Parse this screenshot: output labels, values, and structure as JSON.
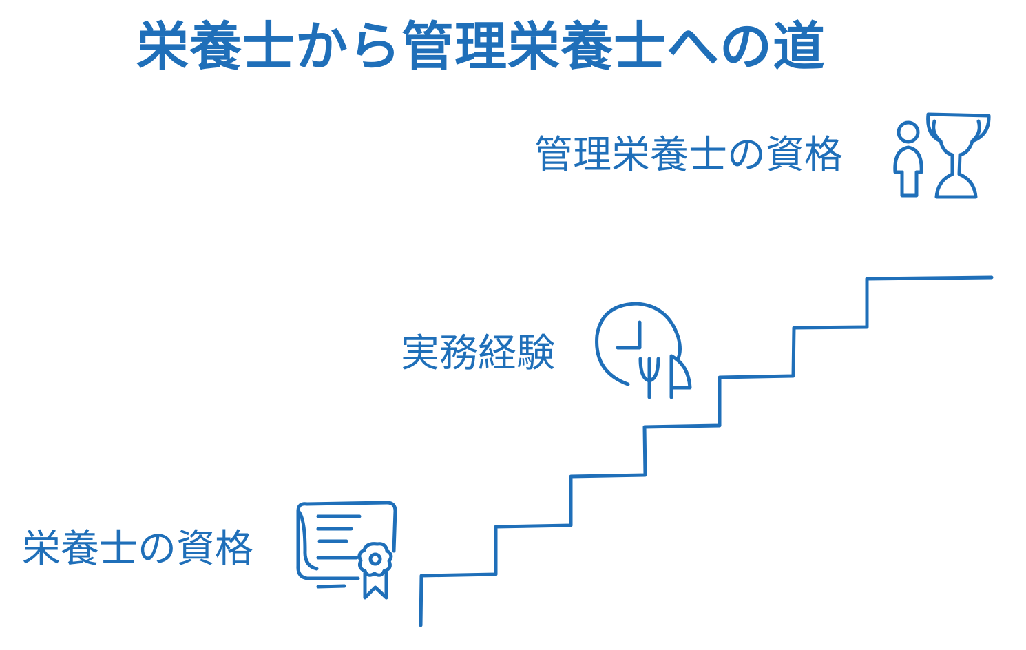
{
  "title": "栄養士から管理栄養士への道",
  "steps": [
    {
      "label": "管理栄養士の資格",
      "icon": "person-trophy-icon"
    },
    {
      "label": "実務経験",
      "icon": "clock-fork-knife-icon"
    },
    {
      "label": "栄養士の資格",
      "icon": "certificate-icon"
    }
  ],
  "colors": {
    "accent": "#1f6fb9",
    "background": "#ffffff"
  }
}
